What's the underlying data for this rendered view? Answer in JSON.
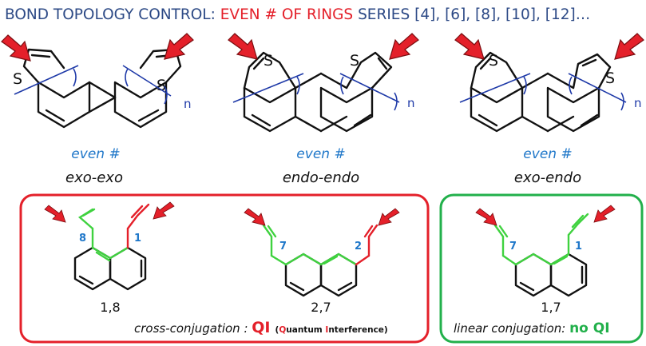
{
  "heading": {
    "part1": "BOND TOPOLOGY CONTROL: ",
    "part2": "EVEN # OF RINGS",
    "part3": " SERIES [4], [6], [8], [10], [12]…"
  },
  "top_structures": [
    {
      "parity": "even #",
      "name": "exo-exo",
      "repeat": "n",
      "atom": "S"
    },
    {
      "parity": "even #",
      "name": "endo-endo",
      "repeat": "n",
      "atom": "S"
    },
    {
      "parity": "even #",
      "name": "exo-endo",
      "repeat": "n",
      "atom": "S"
    }
  ],
  "model_compounds": [
    {
      "label": "1,8",
      "site_a": "8",
      "site_b": "1"
    },
    {
      "label": "2,7",
      "site_a": "7",
      "site_b": "2"
    },
    {
      "label": "1,7",
      "site_a": "7",
      "site_b": "1"
    }
  ],
  "cross_caption": {
    "text": "cross-conjugation : ",
    "qi": "QI",
    "paren_open": "(",
    "q": "Q",
    "uantum": "uantum ",
    "i": "I",
    "nterference": "nterference)"
  },
  "linear_caption": {
    "text": "linear conjugation: ",
    "result": "no QI"
  },
  "colors": {
    "heading": "#2d4a86",
    "accent_red": "#e4202a",
    "accent_green": "#22b04b",
    "label_blue": "#1f77c9",
    "conjugated_path": "#3fd23f",
    "cut_line": "#1f3aa8"
  }
}
